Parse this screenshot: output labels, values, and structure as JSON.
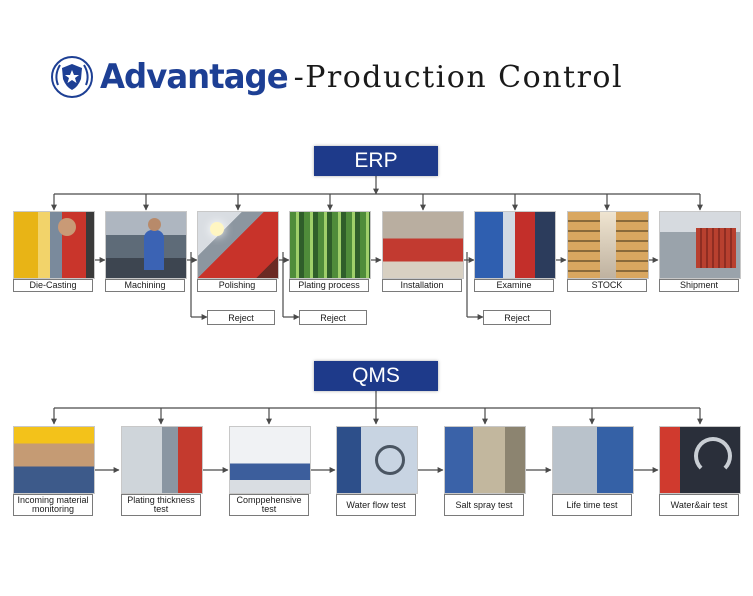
{
  "title": {
    "brand": "Advantage",
    "subtitle": "-Production Control"
  },
  "erp": {
    "header": "ERP",
    "steps": [
      {
        "label": "Die-Casting",
        "icon": "worker-machine-photo"
      },
      {
        "label": "Machining",
        "icon": "worker-machine-photo"
      },
      {
        "label": "Polishing",
        "icon": "worker-polishing-photo"
      },
      {
        "label": "Plating process",
        "icon": "plating-line-photo"
      },
      {
        "label": "Installation",
        "icon": "assembly-line-photo"
      },
      {
        "label": "Examine",
        "icon": "inspection-photo"
      },
      {
        "label": "STOCK",
        "icon": "warehouse-photo"
      },
      {
        "label": "Shipment",
        "icon": "container-photo"
      }
    ],
    "rejects": [
      "Reject",
      "Reject",
      "Reject"
    ]
  },
  "qms": {
    "header": "QMS",
    "steps": [
      {
        "label": "Incoming material monitoring",
        "icon": "helmet-inspector-photo"
      },
      {
        "label": "Plating thickness test",
        "icon": "lab-instrument-photo"
      },
      {
        "label": "Comppehensive test",
        "icon": "lab-room-photo"
      },
      {
        "label": "Water flow test",
        "icon": "test-bench-photo"
      },
      {
        "label": "Salt spray test",
        "icon": "salt-spray-chamber-photo"
      },
      {
        "label": "Life time test",
        "icon": "life-test-rig-photo"
      },
      {
        "label": "Water&air test",
        "icon": "faucet-test-photo"
      }
    ]
  },
  "colors": {
    "navy": "#1e3a8a",
    "brand_blue": "#1d3f94",
    "line": "#4a4a4a"
  }
}
